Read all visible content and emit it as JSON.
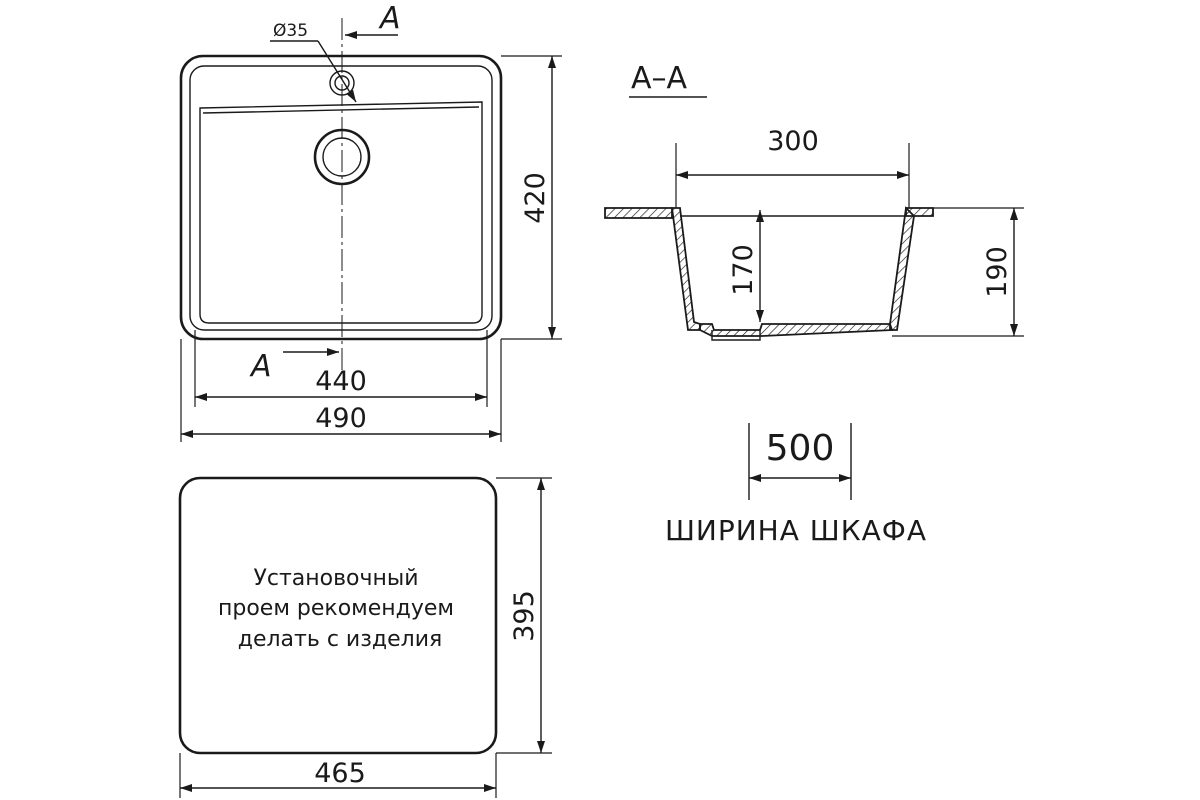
{
  "top_view": {
    "hole_label": "Ø35",
    "section_marker_top": "А",
    "section_marker_bottom": "А",
    "width_inner": "440",
    "width_outer": "490",
    "depth": "420"
  },
  "section_view": {
    "title": "А–А",
    "bowl_width": "300",
    "bowl_depth": "170",
    "total_depth": "190"
  },
  "cabinet": {
    "width": "500",
    "caption": "ШИРИНА ШКАФА"
  },
  "cutout": {
    "note_lines": [
      "Установочный",
      "проем рекомендуем",
      "делать с изделия"
    ],
    "width": "465",
    "height": "395"
  }
}
